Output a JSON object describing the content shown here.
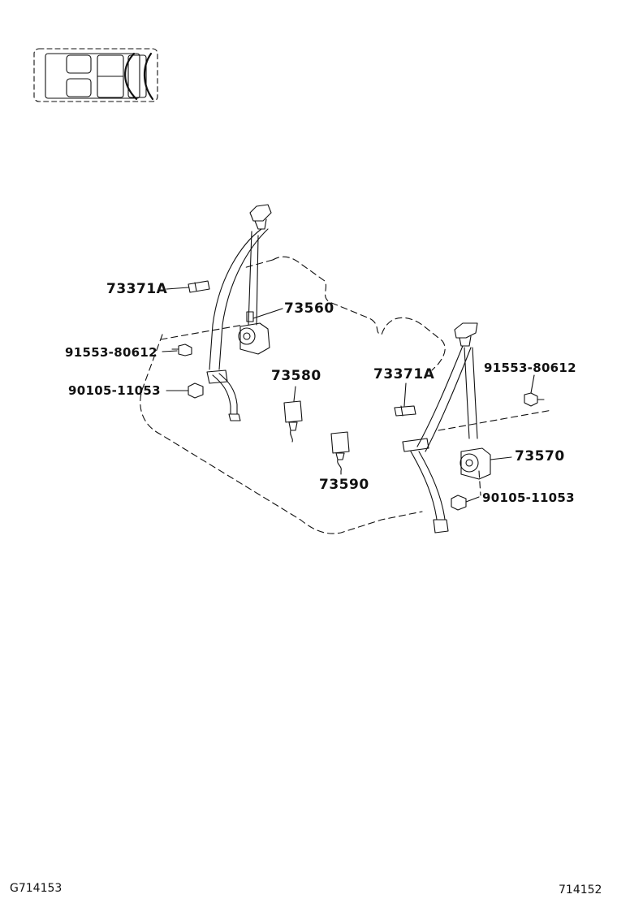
{
  "labels": {
    "p73371a_left": "73371A",
    "p73560": "73560",
    "p91553_left": "91553-80612",
    "p90105_left": "90105-11053",
    "p73580": "73580",
    "p73371a_right": "73371A",
    "p91553_right": "91553-80612",
    "p73570": "73570",
    "p90105_right": "90105-11053",
    "p73590": "73590"
  },
  "footer": {
    "left_code": "G714153",
    "right_code": "714152"
  }
}
